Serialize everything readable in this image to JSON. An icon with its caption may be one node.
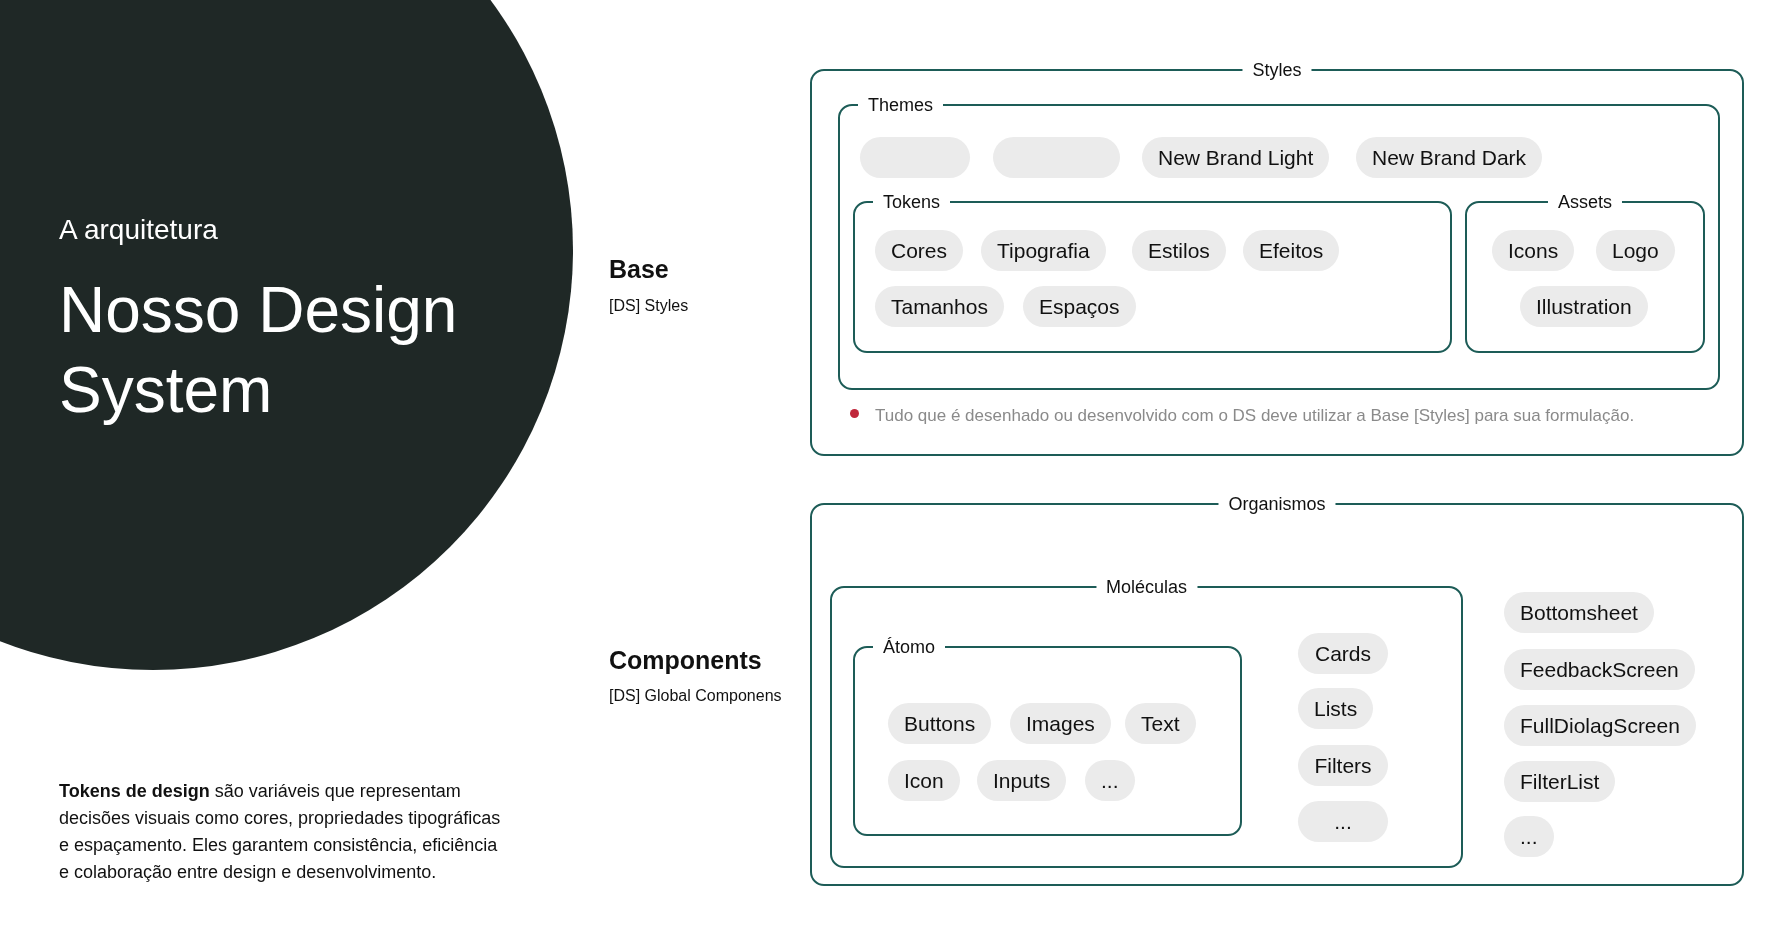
{
  "diagram": {
    "title": "Nosso Design System",
    "nodes": [
      {
        "text": [
          "Styles",
          "Tudo que é desenhado ou desenvolvido com o DS deve utilizar a Base [Styles] para sua formulação."
        ]
      },
      {
        "text": [
          "Themes"
        ],
        "in": 0
      },
      {
        "text": [],
        "shape": "box",
        "in": 1
      },
      {
        "text": [],
        "shape": "box",
        "in": 1
      },
      {
        "text": [
          "New Brand Light"
        ],
        "in": 1
      },
      {
        "text": [
          "New Brand Dark"
        ],
        "in": 1
      },
      {
        "text": [
          "Tokens"
        ],
        "in": 1
      },
      {
        "text": [
          "Cores"
        ],
        "in": 6
      },
      {
        "text": [
          "Tipografia"
        ],
        "in": 6
      },
      {
        "text": [
          "Estilos"
        ],
        "in": 6
      },
      {
        "text": [
          "Efeitos"
        ],
        "in": 6
      },
      {
        "text": [
          "Tamanhos"
        ],
        "in": 6
      },
      {
        "text": [
          "Espaços"
        ],
        "in": 6
      },
      {
        "text": [
          "Assets"
        ],
        "in": 1
      },
      {
        "text": [
          "Icons"
        ],
        "in": 13
      },
      {
        "text": [
          "Logo"
        ],
        "in": 13
      },
      {
        "text": [
          "Illustration"
        ],
        "in": 13
      },
      {
        "text": [
          "Organismos"
        ]
      },
      {
        "text": [
          "Moléculas"
        ],
        "in": 17
      },
      {
        "text": [
          "Átomo"
        ],
        "in": 18
      },
      {
        "text": [
          "Buttons"
        ],
        "in": 19
      },
      {
        "text": [
          "Images"
        ],
        "in": 19
      },
      {
        "text": [
          "Text"
        ],
        "in": 19
      },
      {
        "text": [
          "Icon"
        ],
        "in": 19
      },
      {
        "text": [
          "Inputs"
        ],
        "in": 19
      },
      {
        "text": [
          "..."
        ],
        "in": 19
      },
      {
        "text": [
          "Cards"
        ],
        "in": 18
      },
      {
        "text": [
          "Lists"
        ],
        "in": 18
      },
      {
        "text": [
          "Filters"
        ],
        "in": 18
      },
      {
        "text": [
          "..."
        ],
        "in": 18
      },
      {
        "text": [
          "Bottomsheet"
        ],
        "in": 17
      },
      {
        "text": [
          "FeedbackScreen"
        ],
        "in": 17
      },
      {
        "text": [
          "FullDiolagScreen"
        ],
        "in": 17
      },
      {
        "text": [
          "FilterList"
        ],
        "in": 17
      },
      {
        "text": [
          "..."
        ],
        "in": 17
      }
    ],
    "edges": [],
    "labels": [
      "A arquitetura",
      "Base",
      "[DS] Styles",
      "Components",
      "[DS] Global Componens",
      "**Tokens de design** são variáveis que representam decisões visuais como cores, propriedades tipográficas e espaçamento. Eles garantem consistência, eficiência e colaboração entre design e desenvolvimento."
    ]
  }
}
